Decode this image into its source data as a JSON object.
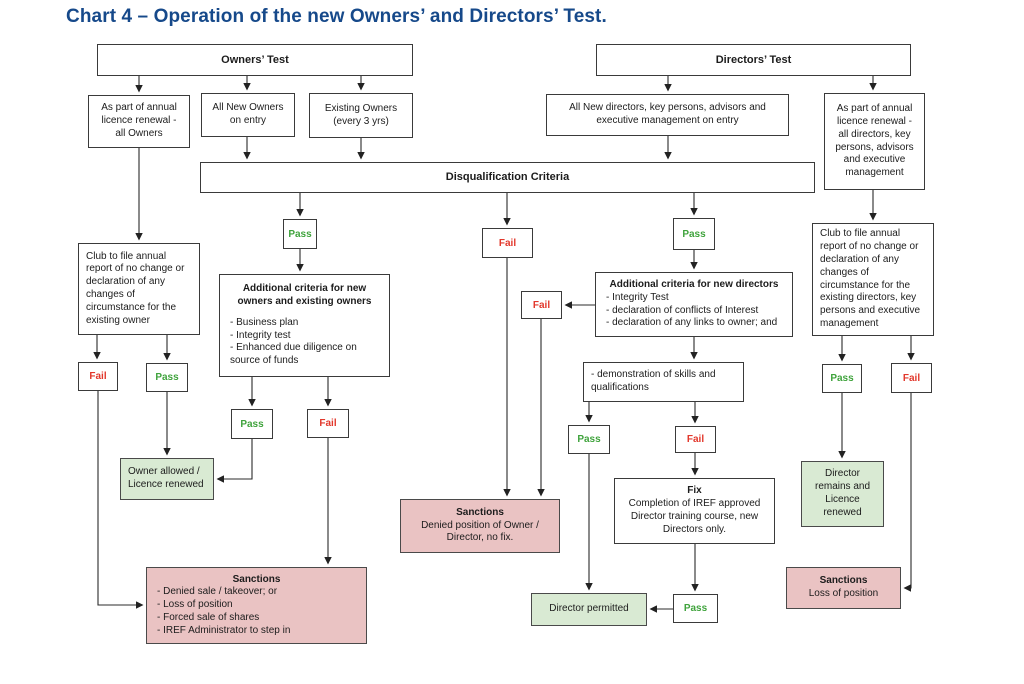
{
  "title": "Chart 4 – Operation of the new Owners’ and Directors’ Test.",
  "colors": {
    "accent_title": "#16498a",
    "pass_green": "#3fa33c",
    "fail_red": "#e2372b",
    "approved_bg": "#d9ead3",
    "sanction_bg": "#eac3c3"
  },
  "labels": {
    "pass": "Pass",
    "fail": "Fail"
  },
  "nodes": {
    "owners_test": "Owners’ Test",
    "directors_test": "Directors’ Test",
    "annual_owners": "As part of annual\nlicence renewal -\nall Owners",
    "new_owners": "All New Owners\non entry",
    "existing_owners": "Existing Owners\n(every 3 yrs)",
    "new_directors": "All New directors, key persons, advisors and\nexecutive management on entry",
    "annual_directors": "As part of annual\nlicence renewal -\nall directors, key\npersons, advisors\nand executive\nmanagement",
    "disqualification": "Disqualification Criteria",
    "club_owner": "Club to file annual\nreport of no change or\ndeclaration of any\nchanges of\ncircumstance for the\nexisting owner",
    "club_directors": "Club to file annual\nreport of no change or\ndeclaration of any\nchanges of\ncircumstance for the\nexisting directors, key\npersons and executive\nmanagement",
    "additional_owners_title": "Additional criteria for new\nowners and existing owners",
    "additional_owners_body": "- Business plan\n- Integrity test\n- Enhanced due diligence on\nsource of funds",
    "additional_directors_title": "Additional criteria for new directors",
    "additional_directors_body": "- Integrity Test\n- declaration of conflicts of Interest\n- declaration of any links to owner; and",
    "skills": "- demonstration of skills and\nqualifications",
    "fix_title": "Fix",
    "fix_body": "Completion of IREF approved\nDirector training course, new\nDirectors only.",
    "owner_allowed": "Owner allowed /\nLicence renewed",
    "director_permitted": "Director permitted",
    "director_remains": "Director\nremains and\nLicence\nrenewed",
    "sanctions_center_title": "Sanctions",
    "sanctions_center_body": "Denied position of Owner /\nDirector, no fix.",
    "sanctions_owners_title": "Sanctions",
    "sanctions_owners_body": "- Denied sale / takeover; or\n- Loss of position\n- Forced sale of shares\n- IREF Administrator to step in",
    "sanctions_right_title": "Sanctions",
    "sanctions_right_body": "Loss of position"
  }
}
